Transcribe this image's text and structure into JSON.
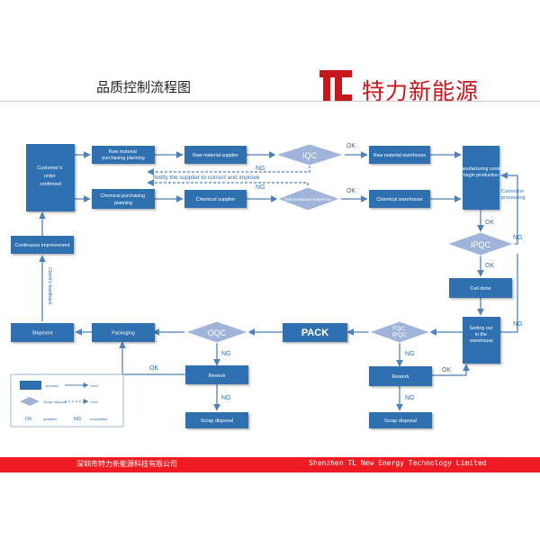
{
  "header": {
    "title": "品质控制流程图",
    "brand": "特力新能源",
    "logo_color": "#c8161d"
  },
  "colors": {
    "process": "#2e6fb0",
    "diamond": "#9fb4d8",
    "arrow": "#4f81bd",
    "footer": "#ef1c24"
  },
  "nodes": {
    "customer_order": "Customer’s order confirmed",
    "raw_material_purchasing": "Raw material purchasing planning",
    "raw_material_supplier": "Raw material supplier",
    "iqc": "IQC",
    "raw_material_warehouse": "Raw material warehouse",
    "chemical_purchasing": "Chemical purchasing planning",
    "chemical_supplier": "Chemical supplier",
    "trial_inspection": "Trial production inspection",
    "chemical_warehouse": "Chemical warehouse",
    "manufacturing_center": "Manufacturing center begin production",
    "ipqc": "IPQC",
    "cell_done": "Cell done",
    "sorting": "Sorting out to the warehouse",
    "fqc_ipqc": "FQC IPQC",
    "pack": "PACK",
    "oqc": "OQC",
    "packaging": "Packaging",
    "shipment": "Shipment",
    "continuous_improvement": "Continuous improvement",
    "rework_left": "Rework",
    "scrap_left": "Scrap disposal",
    "rework_right": "Rework",
    "scrap_right": "Scrap disposal"
  },
  "labels": {
    "ok": "OK",
    "ng": "NG",
    "notify": "Notify the supplier to correct and improve",
    "correction": "Correction processing",
    "client_feedback": "Client’s feedback"
  },
  "legend": {
    "process": "process",
    "next": "next",
    "scrap": "Scrap disposal",
    "next2": "next",
    "ok": "OK",
    "qualified": "qualified",
    "ng": "NG",
    "unqualified": "unqualified"
  },
  "footer": {
    "company_cn": "深圳市特力新能源科技有限公司",
    "company_en": "Shenzhen TL New Energy Technology Limited"
  }
}
